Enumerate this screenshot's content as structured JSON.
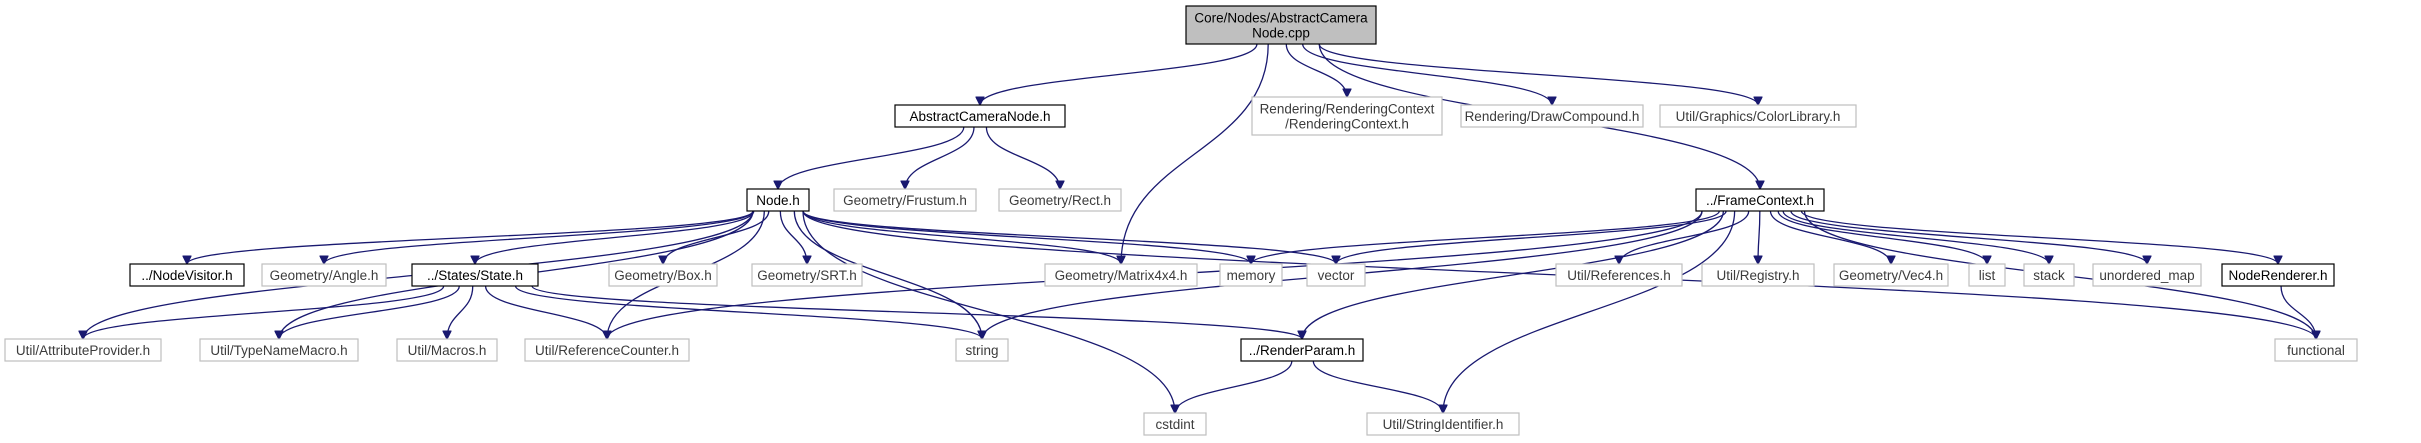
{
  "nodes": [
    {
      "id": "root",
      "lines": [
        "Core/Nodes/AbstractCamera",
        "Node.cpp"
      ],
      "kind": "main"
    },
    {
      "id": "acn",
      "lines": [
        "AbstractCameraNode.h"
      ],
      "kind": "doc"
    },
    {
      "id": "rc",
      "lines": [
        "Rendering/RenderingContext",
        "/RenderingContext.h"
      ],
      "kind": "ext"
    },
    {
      "id": "dc",
      "lines": [
        "Rendering/DrawCompound.h"
      ],
      "kind": "ext"
    },
    {
      "id": "cl",
      "lines": [
        "Util/Graphics/ColorLibrary.h"
      ],
      "kind": "ext"
    },
    {
      "id": "node",
      "lines": [
        "Node.h"
      ],
      "kind": "doc"
    },
    {
      "id": "frustum",
      "lines": [
        "Geometry/Frustum.h"
      ],
      "kind": "ext"
    },
    {
      "id": "rect",
      "lines": [
        "Geometry/Rect.h"
      ],
      "kind": "ext"
    },
    {
      "id": "fc",
      "lines": [
        "../FrameContext.h"
      ],
      "kind": "doc"
    },
    {
      "id": "nv",
      "lines": [
        "../NodeVisitor.h"
      ],
      "kind": "doc"
    },
    {
      "id": "angle",
      "lines": [
        "Geometry/Angle.h"
      ],
      "kind": "ext"
    },
    {
      "id": "state",
      "lines": [
        "../States/State.h"
      ],
      "kind": "doc"
    },
    {
      "id": "box",
      "lines": [
        "Geometry/Box.h"
      ],
      "kind": "ext"
    },
    {
      "id": "srt",
      "lines": [
        "Geometry/SRT.h"
      ],
      "kind": "ext"
    },
    {
      "id": "matrix",
      "lines": [
        "Geometry/Matrix4x4.h"
      ],
      "kind": "ext"
    },
    {
      "id": "memory",
      "lines": [
        "memory"
      ],
      "kind": "ext"
    },
    {
      "id": "vector",
      "lines": [
        "vector"
      ],
      "kind": "ext"
    },
    {
      "id": "refs",
      "lines": [
        "Util/References.h"
      ],
      "kind": "ext"
    },
    {
      "id": "registry",
      "lines": [
        "Util/Registry.h"
      ],
      "kind": "ext"
    },
    {
      "id": "vec4",
      "lines": [
        "Geometry/Vec4.h"
      ],
      "kind": "ext"
    },
    {
      "id": "list",
      "lines": [
        "list"
      ],
      "kind": "ext"
    },
    {
      "id": "stack",
      "lines": [
        "stack"
      ],
      "kind": "ext"
    },
    {
      "id": "umap",
      "lines": [
        "unordered_map"
      ],
      "kind": "ext"
    },
    {
      "id": "nr",
      "lines": [
        "NodeRenderer.h"
      ],
      "kind": "doc"
    },
    {
      "id": "attr",
      "lines": [
        "Util/AttributeProvider.h"
      ],
      "kind": "ext"
    },
    {
      "id": "tnm",
      "lines": [
        "Util/TypeNameMacro.h"
      ],
      "kind": "ext"
    },
    {
      "id": "macros",
      "lines": [
        "Util/Macros.h"
      ],
      "kind": "ext"
    },
    {
      "id": "refcount",
      "lines": [
        "Util/ReferenceCounter.h"
      ],
      "kind": "ext"
    },
    {
      "id": "string",
      "lines": [
        "string"
      ],
      "kind": "ext"
    },
    {
      "id": "rp",
      "lines": [
        "../RenderParam.h"
      ],
      "kind": "doc"
    },
    {
      "id": "functional",
      "lines": [
        "functional"
      ],
      "kind": "ext"
    },
    {
      "id": "cstdint",
      "lines": [
        "cstdint"
      ],
      "kind": "ext"
    },
    {
      "id": "strid",
      "lines": [
        "Util/StringIdentifier.h"
      ],
      "kind": "ext"
    }
  ],
  "edges": [
    [
      "root",
      "acn"
    ],
    [
      "root",
      "rc"
    ],
    [
      "root",
      "dc"
    ],
    [
      "root",
      "cl"
    ],
    [
      "root",
      "matrix"
    ],
    [
      "root",
      "fc"
    ],
    [
      "acn",
      "node"
    ],
    [
      "acn",
      "frustum"
    ],
    [
      "acn",
      "rect"
    ],
    [
      "node",
      "nv"
    ],
    [
      "node",
      "angle"
    ],
    [
      "node",
      "state"
    ],
    [
      "node",
      "box"
    ],
    [
      "node",
      "srt"
    ],
    [
      "node",
      "matrix"
    ],
    [
      "node",
      "memory"
    ],
    [
      "node",
      "vector"
    ],
    [
      "node",
      "attr"
    ],
    [
      "node",
      "tnm"
    ],
    [
      "node",
      "refcount"
    ],
    [
      "node",
      "string"
    ],
    [
      "node",
      "functional"
    ],
    [
      "node",
      "cstdint"
    ],
    [
      "fc",
      "memory"
    ],
    [
      "fc",
      "vector"
    ],
    [
      "fc",
      "refs"
    ],
    [
      "fc",
      "registry"
    ],
    [
      "fc",
      "vec4"
    ],
    [
      "fc",
      "list"
    ],
    [
      "fc",
      "stack"
    ],
    [
      "fc",
      "umap"
    ],
    [
      "fc",
      "nr"
    ],
    [
      "fc",
      "refcount"
    ],
    [
      "fc",
      "string"
    ],
    [
      "fc",
      "rp"
    ],
    [
      "fc",
      "functional"
    ],
    [
      "fc",
      "strid"
    ],
    [
      "state",
      "attr"
    ],
    [
      "state",
      "tnm"
    ],
    [
      "state",
      "macros"
    ],
    [
      "state",
      "refcount"
    ],
    [
      "state",
      "string"
    ],
    [
      "state",
      "rp"
    ],
    [
      "rp",
      "cstdint"
    ],
    [
      "rp",
      "strid"
    ],
    [
      "nr",
      "functional"
    ]
  ]
}
